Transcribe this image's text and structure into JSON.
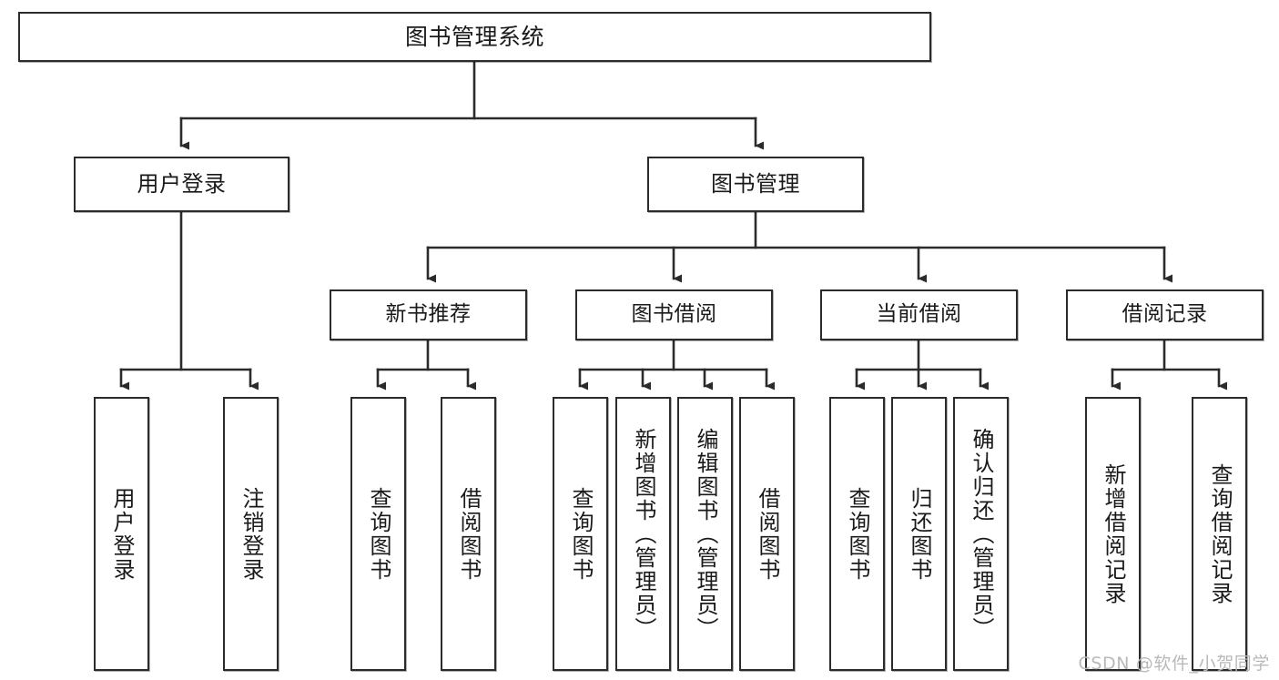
{
  "diagram": {
    "title_text": "图书管理系统",
    "watermark": "CSDN @软件_小贺同学",
    "line_color": "#2b2b2b",
    "box_border_color": "#2b2b2b",
    "box_fill_color": "#ffffff",
    "text_color": "#1a1a1a",
    "watermark_color": "#b9b9b9"
  },
  "nodes": {
    "root": {
      "label": "图书管理系统"
    },
    "level2": [
      {
        "label": "用户登录"
      },
      {
        "label": "图书管理"
      }
    ],
    "level3": [
      {
        "label": "新书推荐"
      },
      {
        "label": "图书借阅"
      },
      {
        "label": "当前借阅"
      },
      {
        "label": "借阅记录"
      }
    ],
    "leaves": {
      "user_login": [
        {
          "label": "用户登录"
        },
        {
          "label": "注销登录"
        }
      ],
      "new_book_recommend": [
        {
          "label": "查询图书"
        },
        {
          "label": "借阅图书"
        }
      ],
      "book_borrow": [
        {
          "label": "查询图书"
        },
        {
          "label": "新增图书（管理员）"
        },
        {
          "label": "编辑图书（管理员）"
        },
        {
          "label": "借阅图书"
        }
      ],
      "current_borrow": [
        {
          "label": "查询图书"
        },
        {
          "label": "归还图书"
        },
        {
          "label": "确认归还（管理员）"
        }
      ],
      "borrow_record": [
        {
          "label": "新增借阅记录"
        },
        {
          "label": "查询借阅记录"
        }
      ]
    }
  }
}
